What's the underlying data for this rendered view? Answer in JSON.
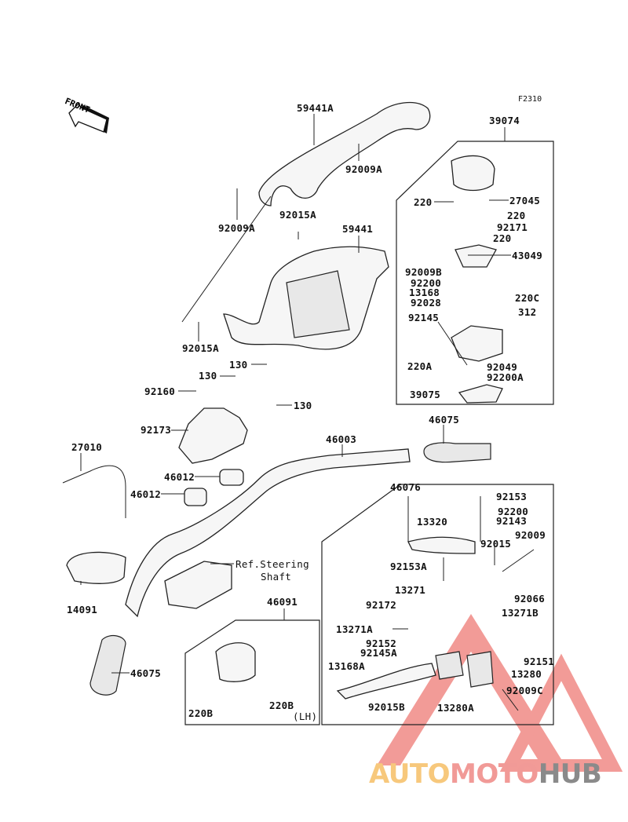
{
  "diagram": {
    "figure_code": "F2310",
    "front_indicator": "FRONT",
    "watermark": {
      "part1": "AUTO",
      "part2": "MOTO",
      "part3": "HUB",
      "colors": {
        "auto": "#f7c87c",
        "moto": "#f19a97",
        "hub": "#8a8a8a",
        "triangle": "#f08a86"
      }
    },
    "labels": {
      "p59441A": "59441A",
      "p92009A_1": "92009A",
      "p92009A_2": "92009A",
      "p92015A_1": "92015A",
      "p92015A_2": "92015A",
      "p59441": "59441",
      "p130_1": "130",
      "p130_2": "130",
      "p130_3": "130",
      "p92160": "92160",
      "p92173": "92173",
      "p27010": "27010",
      "p46012_1": "46012",
      "p46012_2": "46012",
      "p46003": "46003",
      "p46075_1": "46075",
      "p46075_2": "46075",
      "p14091": "14091",
      "ref_steering_1": "Ref.Steering",
      "ref_steering_2": "Shaft",
      "p46091": "46091",
      "p220B_1": "220B",
      "p220B_2": "220B",
      "lh": "(LH)",
      "p39074": "39074",
      "p220_1": "220",
      "p27045": "27045",
      "p220_2": "220",
      "p92171": "92171",
      "p220_3": "220",
      "p43049": "43049",
      "p92009B": "92009B",
      "p92200": "92200",
      "p13168": "13168",
      "p92028": "92028",
      "p220C": "220C",
      "p92145": "92145",
      "p312": "312",
      "p220A": "220A",
      "p92049": "92049",
      "p92200A": "92200A",
      "p39075": "39075",
      "p46076": "46076",
      "p92153": "92153",
      "p92200_b": "92200",
      "p92143": "92143",
      "p13320": "13320",
      "p92009": "92009",
      "p92015": "92015",
      "p92153A": "92153A",
      "p13271": "13271",
      "p92066": "92066",
      "p92172": "92172",
      "p13271B": "13271B",
      "p13271A": "13271A",
      "p92152": "92152",
      "p92145A": "92145A",
      "p92151": "92151",
      "p13168A": "13168A",
      "p13280": "13280",
      "p92009C": "92009C",
      "p92015B": "92015B",
      "p13280A": "13280A"
    }
  }
}
